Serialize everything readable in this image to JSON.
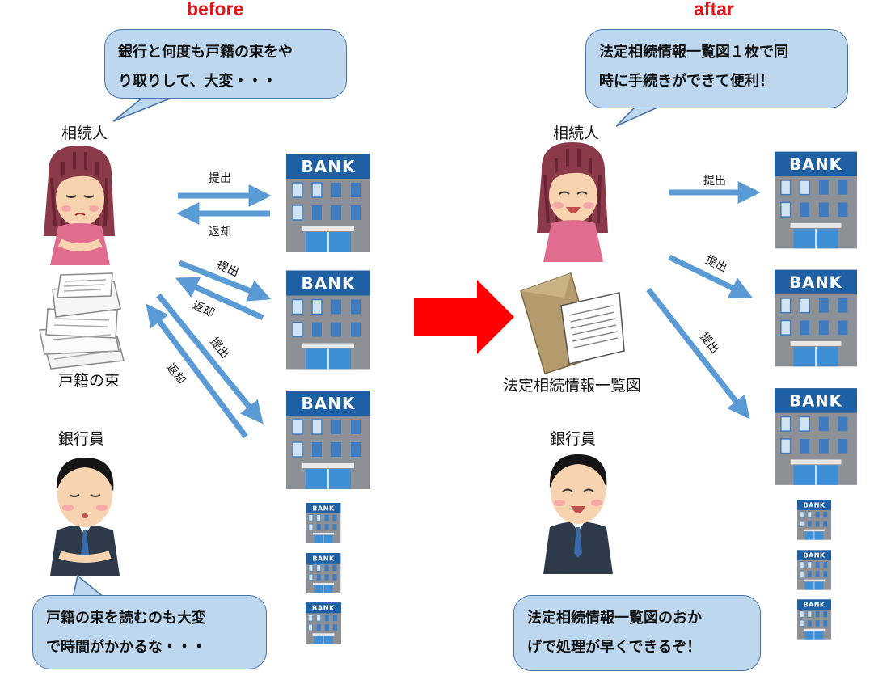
{
  "before": {
    "heading": "before",
    "bubble_top": "銀行と何度も戸籍の束をや\nり取りして、大変・・・",
    "heir_label": "相続人",
    "bundle_label": "戸籍の束",
    "banker_label": "銀行員",
    "bubble_bottom": "戸籍の束を読むのも大変\nで時間がかかるな・・・",
    "arrow_labels": {
      "submit_1": "提出",
      "return_1": "返却",
      "submit_2": "提出",
      "return_2": "返却",
      "submit_3": "提出",
      "return_3": "返却"
    }
  },
  "after": {
    "heading": "aftar",
    "bubble_top": "法定相続情報一覧図１枚で同\n時に手続きができて便利！",
    "heir_label": "相続人",
    "document_label": "法定相続情報一覧図",
    "banker_label": "銀行員",
    "bubble_bottom": "法定相続情報一覧図のおか\nげで処理が早くできるぞ！",
    "arrow_labels": {
      "submit_1": "提出",
      "submit_2": "提出",
      "submit_3": "提出"
    }
  },
  "bank_sign": "BANK",
  "colors": {
    "heading_red": "#e8141a",
    "bubble_fill": "#bdd7ee",
    "arrow_blue": "#5b9bd5",
    "bank_blue": "#1f5fa3",
    "big_arrow_red": "#ff0000"
  },
  "icons": [
    "worried-woman-icon",
    "paper-stack-icon",
    "sleepy-banker-icon",
    "bank-building-icon",
    "happy-woman-icon",
    "document-envelope-icon",
    "smiling-banker-icon",
    "red-right-arrow-icon"
  ]
}
